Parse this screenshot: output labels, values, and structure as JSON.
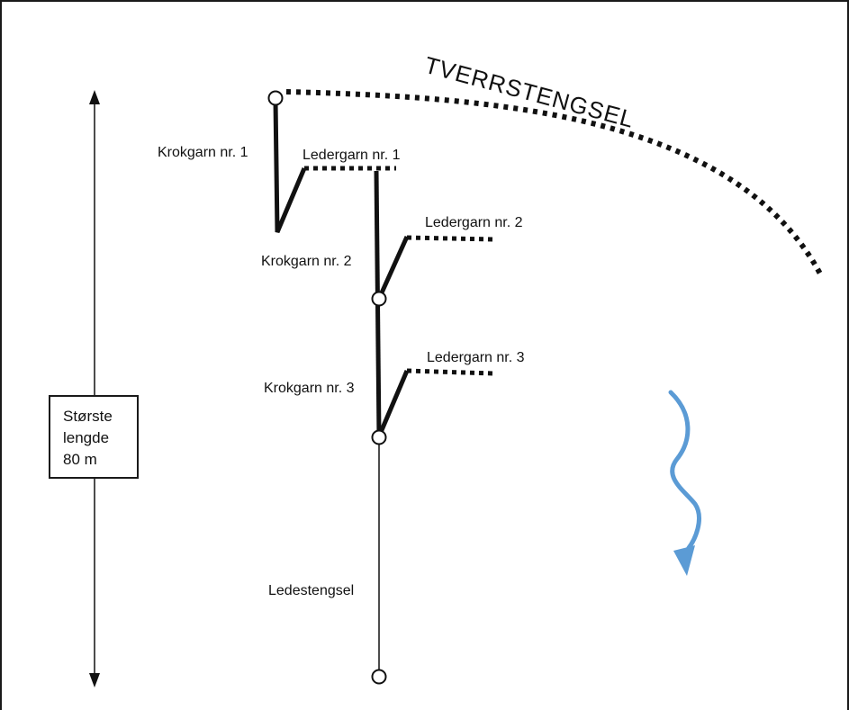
{
  "labels": {
    "tverrstengsel": "TVERRSTENGSEL",
    "krokgarn_1": "Krokgarn nr. 1",
    "krokgarn_2": "Krokgarn nr. 2",
    "krokgarn_3": "Krokgarn nr. 3",
    "ledergarn_1": "Ledergarn nr. 1",
    "ledergarn_2": "Ledergarn nr. 2",
    "ledergarn_3": "Ledergarn nr. 3",
    "ledestengsel": "Ledestengsel"
  },
  "length_box": {
    "line1": "Største",
    "line2": "lengde",
    "line3": "80 m"
  },
  "colors": {
    "stroke": "#111111",
    "current_arrow": "#5b9bd5"
  }
}
